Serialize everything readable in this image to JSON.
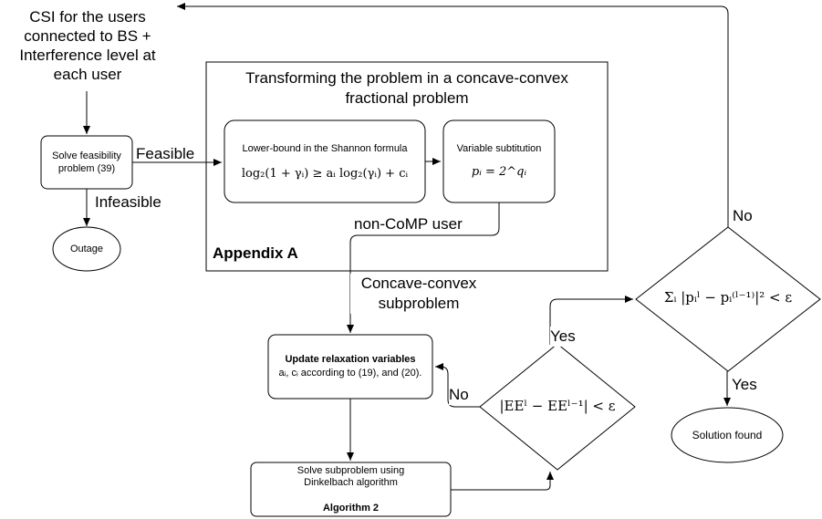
{
  "input_text": [
    "CSI for the users",
    "connected to BS +",
    "Interference level at",
    "each user"
  ],
  "feasibility_box": [
    "Solve feasibility",
    "problem (39)"
  ],
  "edge_feasible": "Feasible",
  "edge_infeasible": "Infeasible",
  "outage": "Outage",
  "appendix": {
    "title": [
      "Transforming the problem in a concave-convex",
      "fractional problem"
    ],
    "label": "Appendix A",
    "lower_bound_title": "Lower-bound in the Shannon formula",
    "lower_bound_formula": "log₂(1 + γᵢ) ≥ aᵢ log₂(γᵢ) + cᵢ",
    "variable_title": "Variable subtitution",
    "variable_formula": "pᵢ = 2^qᵢ"
  },
  "edge_non_comp": "non-CoMP user",
  "edge_subproblem": [
    "Concave-convex",
    "subproblem"
  ],
  "update_box": {
    "title": "Update relaxation variables",
    "line2": "aᵢ, cᵢ according to (19), and (20)."
  },
  "solve_box": {
    "line1": "Solve subproblem using",
    "line2": "Dinkelbach algorithm",
    "label": "Algorithm 2"
  },
  "decision_ee": "|EEˡ − EEˡ⁻¹| < ε",
  "decision_p": "Σᵢ |pᵢˡ − pᵢ⁽ˡ⁻¹⁾|² < ε",
  "edge_no_1": "No",
  "edge_yes_1": "Yes",
  "edge_no_2": "No",
  "edge_yes_2": "Yes",
  "solution": "Solution found"
}
